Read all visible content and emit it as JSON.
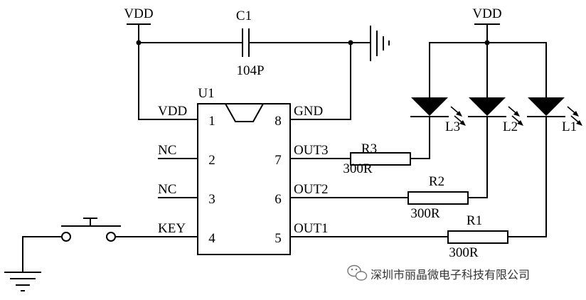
{
  "power": {
    "vdd_left": "VDD",
    "vdd_right": "VDD"
  },
  "capacitor": {
    "ref": "C1",
    "value": "104P"
  },
  "ic": {
    "ref": "U1",
    "pins": {
      "p1": {
        "num": "1",
        "name": "VDD"
      },
      "p2": {
        "num": "2",
        "name": "NC"
      },
      "p3": {
        "num": "3",
        "name": "NC"
      },
      "p4": {
        "num": "4",
        "name": "KEY"
      },
      "p5": {
        "num": "5",
        "name": "OUT1"
      },
      "p6": {
        "num": "6",
        "name": "OUT2"
      },
      "p7": {
        "num": "7",
        "name": "OUT3"
      },
      "p8": {
        "num": "8",
        "name": "GND"
      }
    }
  },
  "resistors": {
    "r1": {
      "ref": "R1",
      "value": "300R"
    },
    "r2": {
      "ref": "R2",
      "value": "300R"
    },
    "r3": {
      "ref": "R3",
      "value": "300R"
    }
  },
  "leds": {
    "l1": "L1",
    "l2": "L2",
    "l3": "L3"
  },
  "watermark": {
    "text": "深圳市丽晶微电子科技有限公司",
    "icon": "wechat-icon"
  }
}
